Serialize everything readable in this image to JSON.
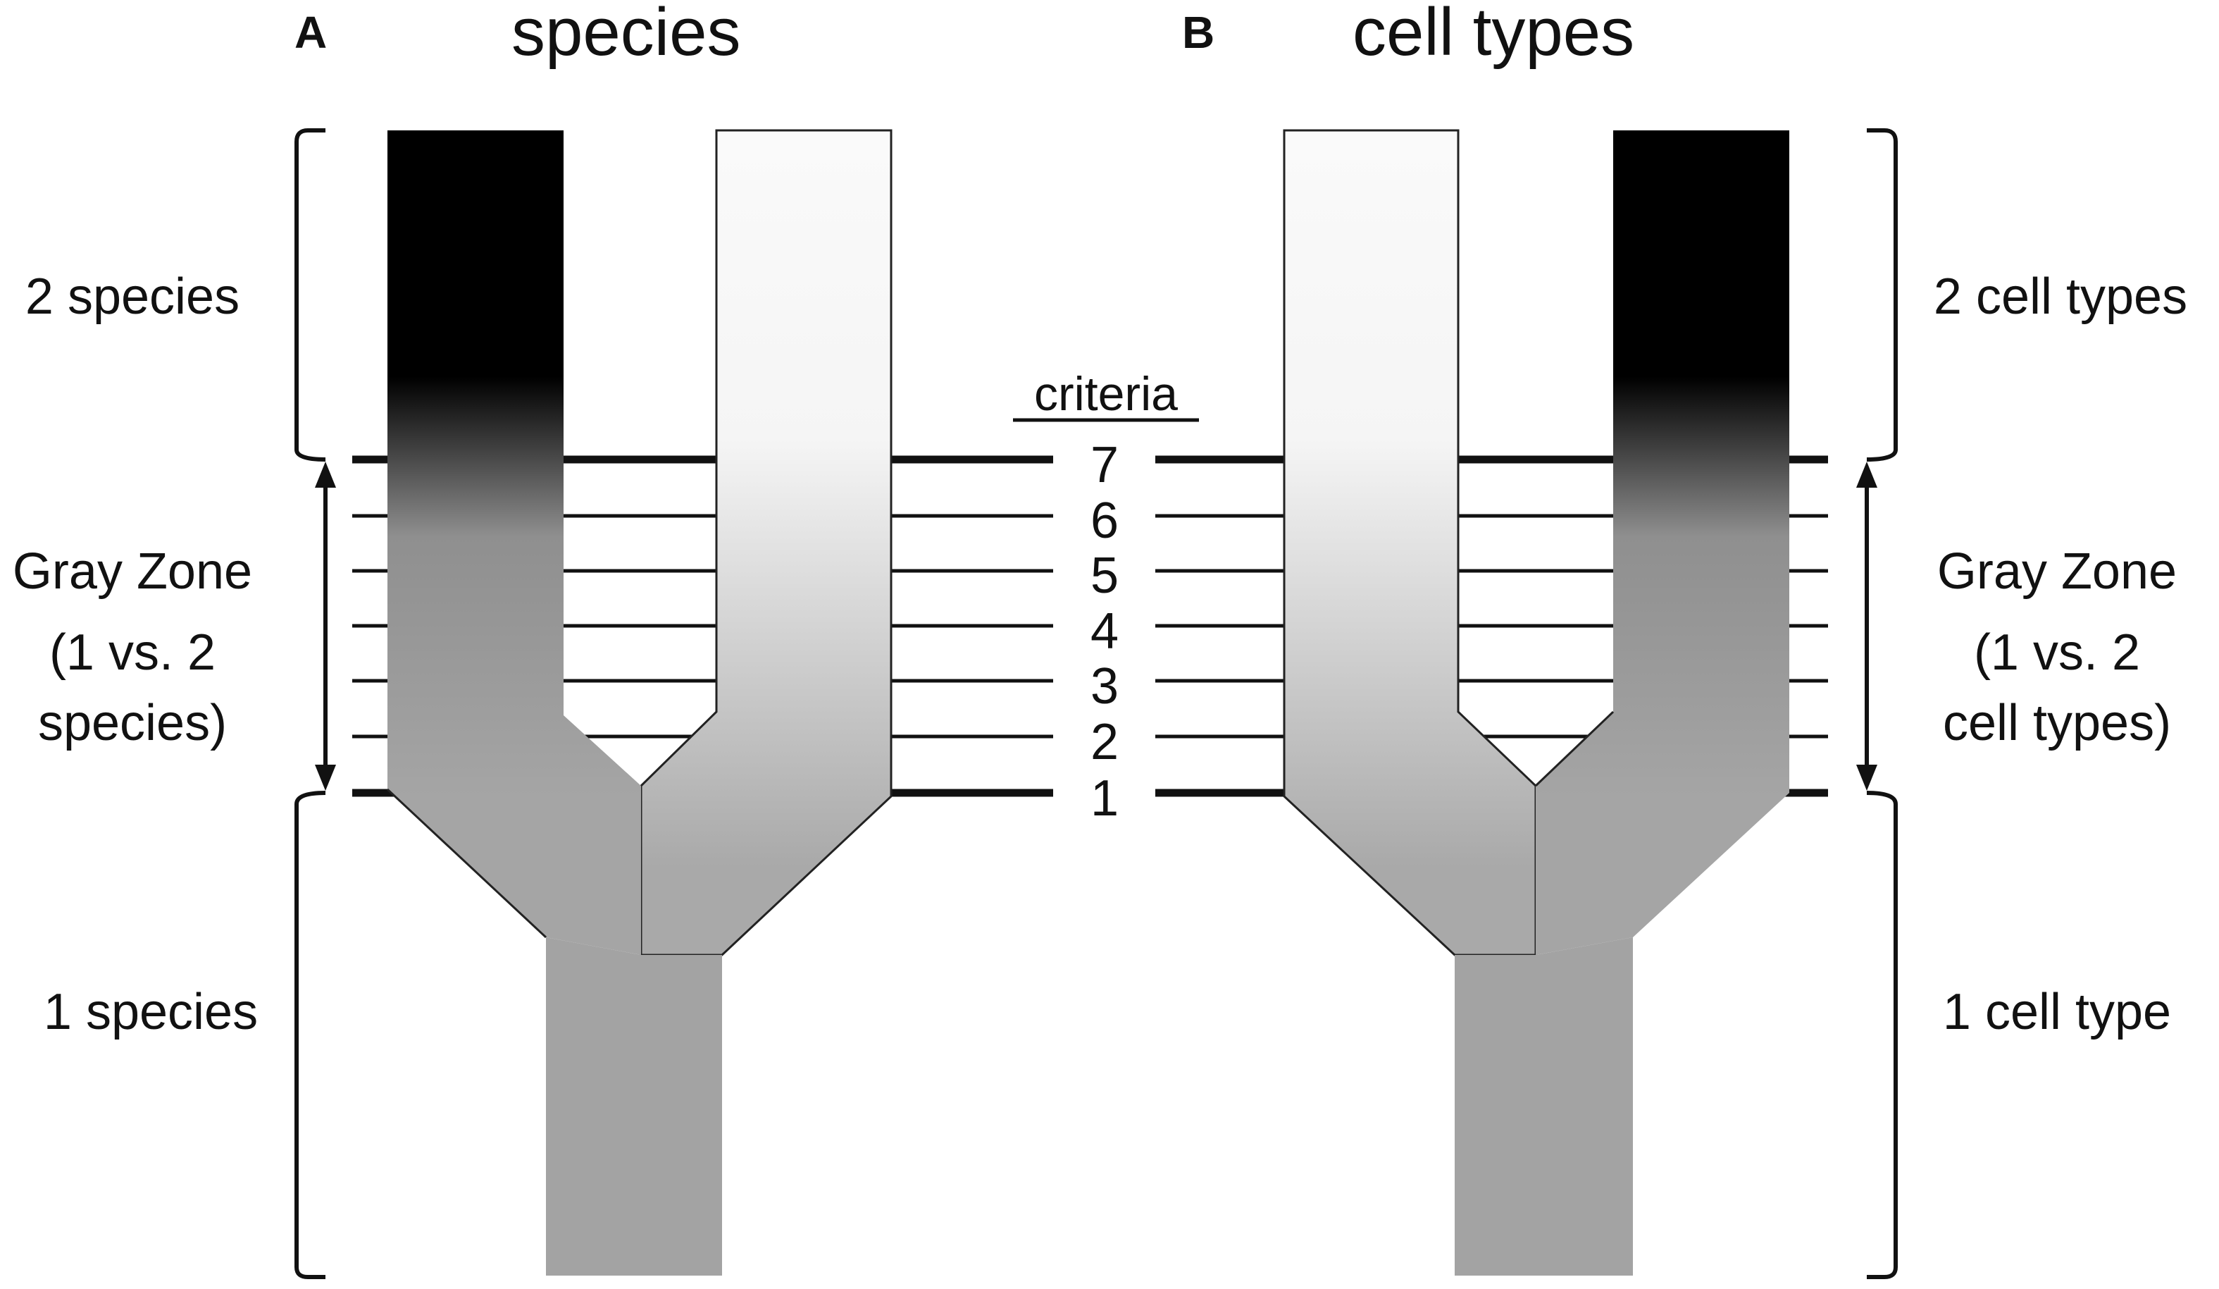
{
  "panel_a": {
    "letter": "A",
    "title": "species",
    "label_two": "2 species",
    "gray_zone": [
      "Gray Zone",
      "(1 vs. 2",
      "species)"
    ],
    "label_one": "1 species"
  },
  "panel_b": {
    "letter": "B",
    "title": "cell types",
    "label_two": "2 cell types",
    "gray_zone": [
      "Gray Zone",
      "(1 vs. 2",
      "cell types)"
    ],
    "label_one": "1 cell type"
  },
  "criteria": {
    "heading": "criteria",
    "numbers": [
      "7",
      "6",
      "5",
      "4",
      "3",
      "2",
      "1"
    ]
  },
  "colors": {
    "black_branch": "#000000",
    "white_branch": "#f7f7f7",
    "gray_stem": "#a3a3a3",
    "gray_branch": "#a9a9a9",
    "lines": "#111111"
  }
}
